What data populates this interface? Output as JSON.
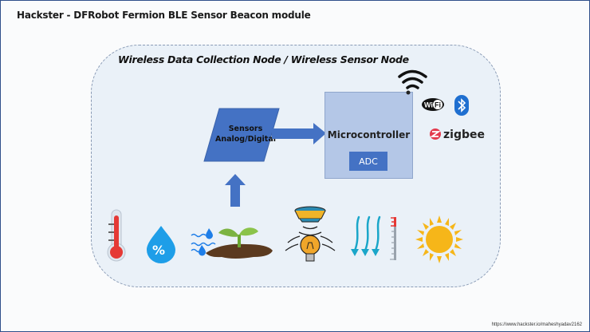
{
  "header": {
    "title": "Hackster - DFRobot Fermion BLE Sensor Beacon module"
  },
  "node": {
    "title": "Wireless Data Collection Node / Wireless Sensor Node"
  },
  "sensors_block": {
    "line1": "Sensors",
    "line2": "Analog/Digital"
  },
  "microcontroller": {
    "label": "Microcontroller",
    "adc_label": "ADC"
  },
  "connectivity": {
    "wifi_logo_text": "WiFi",
    "zigbee_label": "zigbee",
    "icons": [
      "wireless-signal-icon",
      "wifi-logo-icon",
      "bluetooth-icon",
      "zigbee-icon"
    ]
  },
  "sensor_icons": [
    "thermometer-icon",
    "humidity-icon",
    "soil-moisture-icon",
    "light-sensor-icon",
    "rain-gauge-icon",
    "sun-icon"
  ],
  "footer": {
    "url": "https://www.hackster.io/maheshyadav2162"
  },
  "colors": {
    "arrow_blue": "#4472c4",
    "mcu_fill": "#b4c7e7",
    "node_fill": "#eaf1f8",
    "frame_border": "#2f4f8a"
  }
}
